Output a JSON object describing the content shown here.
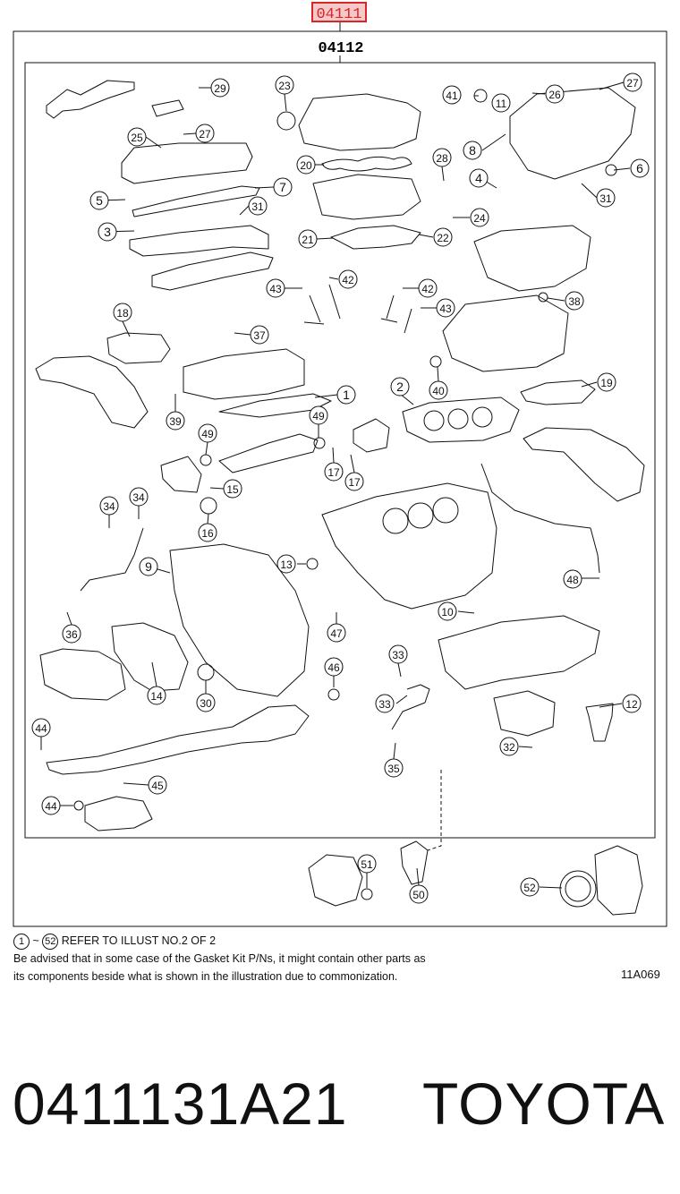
{
  "header": {
    "kit_code": "04111",
    "subkit_code": "04112"
  },
  "callouts": {
    "c1": "1",
    "c2": "2",
    "c3": "3",
    "c4": "4",
    "c5": "5",
    "c6": "6",
    "c7": "7",
    "c8": "8",
    "c9": "9",
    "c10": "10",
    "c11": "11",
    "c12": "12",
    "c13": "13",
    "c14": "14",
    "c15": "15",
    "c16": "16",
    "c17a": "17",
    "c17b": "17",
    "c18": "18",
    "c19": "19",
    "c20": "20",
    "c21": "21",
    "c22": "22",
    "c23": "23",
    "c24": "24",
    "c25": "25",
    "c26": "26",
    "c27a": "27",
    "c27b": "27",
    "c28": "28",
    "c29": "29",
    "c30": "30",
    "c31a": "31",
    "c31b": "31",
    "c32": "32",
    "c33a": "33",
    "c33b": "33",
    "c34a": "34",
    "c34b": "34",
    "c35": "35",
    "c36": "36",
    "c37": "37",
    "c38": "38",
    "c39": "39",
    "c40": "40",
    "c41": "41",
    "c42a": "42",
    "c42b": "42",
    "c43a": "43",
    "c43b": "43",
    "c44a": "44",
    "c44b": "44",
    "c45": "45",
    "c46": "46",
    "c47": "47",
    "c48": "48",
    "c49a": "49",
    "c49b": "49",
    "c50": "50",
    "c51": "51",
    "c52": "52"
  },
  "notes": {
    "range_start": "1",
    "range_sep": "~",
    "range_end": "52",
    "refer": "REFER TO ILLUST NO.2 OF 2",
    "line1": "Be advised that in some case of the Gasket Kit P/Ns,  it might contain other parts as",
    "line2": "its components beside what is shown in the illustration due to commonization.",
    "figure_code": "11A069"
  },
  "product": {
    "part_number": "0411131A21",
    "brand": "TOYOTA"
  },
  "colors": {
    "highlight": "#d9262b",
    "highlight_fill": "#f6c9c9",
    "line": "#111111"
  }
}
